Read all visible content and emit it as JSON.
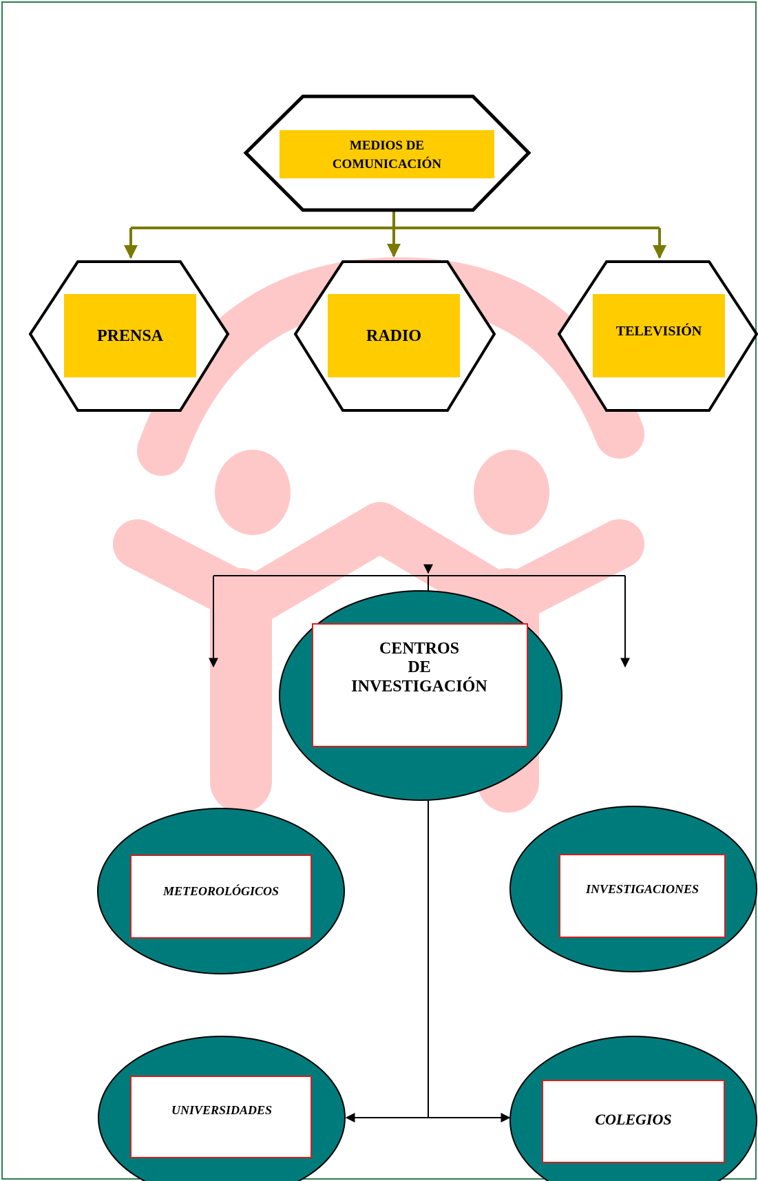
{
  "colors": {
    "page_border": "#2e7d4f",
    "hexagon_fill": "#ffffff",
    "hexagon_stroke": "#000000",
    "label_yellow": "#ffcc00",
    "ellipse_teal": "#007b7b",
    "label_box_stroke": "#d42020",
    "connector_olive": "#7a7a00",
    "connector_black": "#000000",
    "watermark_pink": "#ffc8c8"
  },
  "watermark": {
    "icon": "two-people-arch-logo"
  },
  "media": {
    "root": {
      "line1": "MEDIOS DE",
      "line2": "COMUNICACIÓN"
    },
    "children": [
      {
        "label": "PRENSA"
      },
      {
        "label": "RADIO"
      },
      {
        "label": "TELEVISIÓN"
      }
    ]
  },
  "research": {
    "root": {
      "line1": "CENTROS",
      "line2": "DE",
      "line3": "INVESTIGACIÓN"
    },
    "children": [
      {
        "label": "METEOROLÓGICOS"
      },
      {
        "label": "INVESTIGACIONES"
      },
      {
        "label": "UNIVERSIDADES"
      },
      {
        "label": "COLEGIOS"
      }
    ]
  }
}
